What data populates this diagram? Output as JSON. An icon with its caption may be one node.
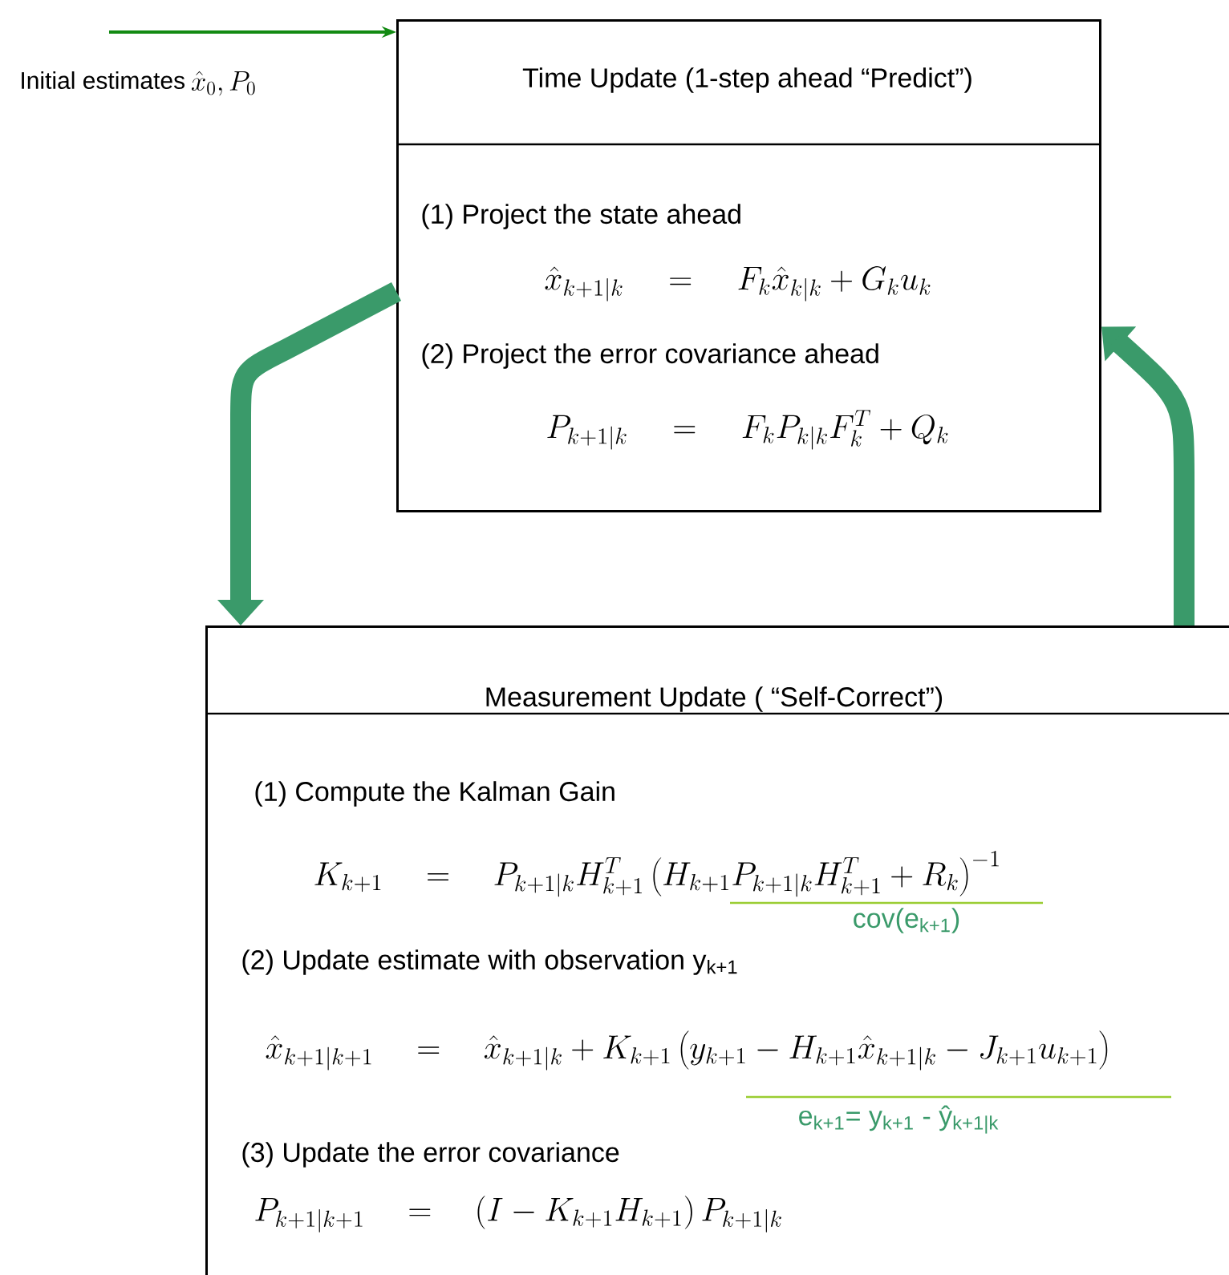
{
  "diagram": {
    "nodes": [
      {
        "text": [
          "Initial estimates",
          "\\hat{x}_0, P_0"
        ]
      },
      {
        "text": [
          "Time Update (1-step ahead “Predict”)",
          "(1) Project the state ahead",
          "\\hat{x}_{k+1|k} \\quad = \\quad F_k \\hat{x}_{k|k} + G_k u_k",
          "(2) Project the error covariance ahead",
          "P_{k+1|k} \\quad = \\quad F_k P_{k|k} F_k^T + Q_k"
        ]
      },
      {
        "text": [
          "Measurement Update ( “Self-Correct”)",
          "(1) Compute the Kalman Gain",
          "K_{k+1} \\quad = \\quad P_{k+1|k} H_{k+1}^T \\left(H_{k+1} P_{k+1|k} H_{k+1}^T + R_k\\right)^{-1}",
          "(2) Update estimate with observation y$_{k+1}$",
          "\\hat{x}_{k+1|k+1} \\quad = \\quad \\hat{x}_{k+1|k} + K_{k+1}\\left(y_{k+1} - H_{k+1}\\hat{x}_{k+1|k} - J_{k+1}u_{k+1}\\right)",
          "(3) Update the error covariance",
          "P_{k+1|k+1} \\quad = \\quad \\left(I - K_{k+1}H_{k+1}\\right)P_{k+1|k}"
        ]
      }
    ],
    "edges": [
      {
        "from": 0,
        "to": 1,
        "arrow": "to",
        "color": "#128a12"
      },
      {
        "from": 1,
        "to": 2,
        "arrow": "to"
      },
      {
        "from": 2,
        "to": 1,
        "arrow": "to"
      }
    ],
    "labels": [
      "cov(e$_{k+1}$)",
      "e$_{k+1}$= y$_{k+1}$ - ŷ$_{k+1|k}$"
    ]
  }
}
